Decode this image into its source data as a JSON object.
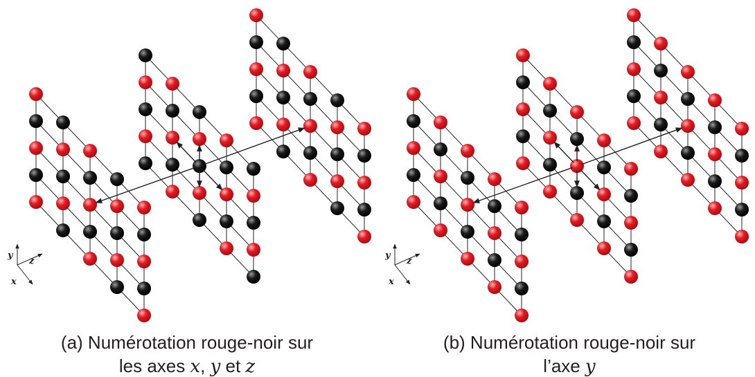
{
  "colors": {
    "red": "#e41b23",
    "black": "#1a1a1a",
    "line": "#231f20",
    "background": "#ffffff"
  },
  "axes": {
    "x": "x",
    "y": "y",
    "z": "z"
  },
  "panels": [
    {
      "id": "a",
      "caption": {
        "line1": "(a) Numérotation rouge-noir sur",
        "line2_prefix": "les axes ",
        "x": "x",
        "sep1": ", ",
        "y": "y",
        "sep2": " et ",
        "z": "z"
      },
      "coloring_rule": "xyz"
    },
    {
      "id": "b",
      "caption": {
        "line1": "(b) Numérotation rouge-noir sur",
        "line2_prefix": "l’axe ",
        "y": "y"
      },
      "coloring_rule": "y"
    }
  ]
}
